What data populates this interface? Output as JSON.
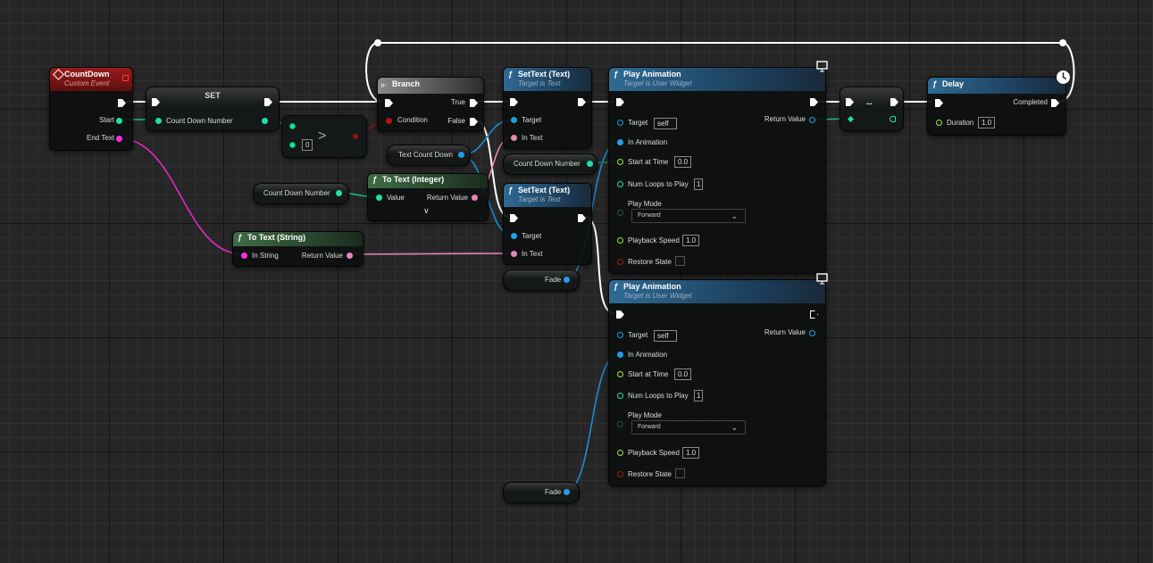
{
  "countdown_event": {
    "title": "CountDown",
    "subtitle": "Custom Event",
    "pins": {
      "start": "Start",
      "end_text": "End Text"
    }
  },
  "set_node": {
    "title": "SET",
    "pin": "Count Down Number"
  },
  "compare_node": {
    "operator": ">",
    "value": "0"
  },
  "branch": {
    "title": "Branch",
    "condition": "Condition",
    "true_label": "True",
    "false_label": "False"
  },
  "settext_1": {
    "title": "SetText (Text)",
    "subtitle": "Target is Text",
    "target": "Target",
    "in_text": "In Text"
  },
  "settext_2": {
    "title": "SetText (Text)",
    "subtitle": "Target is Text",
    "target": "Target",
    "in_text": "In Text"
  },
  "text_count_down": "Text Count Down",
  "count_down_number_get_1": "Count Down Number",
  "count_down_number_get_2": "Count Down Number",
  "to_text_integer": {
    "title": "To Text (Integer)",
    "value": "Value",
    "return_value": "Return Value"
  },
  "to_text_string": {
    "title": "To Text (String)",
    "in_string": "In String",
    "return_value": "Return Value"
  },
  "fade_1": "Fade",
  "fade_2": "Fade",
  "play_anim_1": {
    "title": "Play Animation",
    "subtitle": "Target is User Widget",
    "target": "Target",
    "target_value": "self",
    "return_value": "Return Value",
    "in_animation": "In Animation",
    "start_at_time": "Start at Time",
    "start_at_time_value": "0.0",
    "num_loops": "Num Loops to Play",
    "num_loops_value": "1",
    "play_mode": "Play Mode",
    "play_mode_value": "Forward",
    "playback_speed": "Playback Speed",
    "playback_speed_value": "1.0",
    "restore_state": "Restore State"
  },
  "play_anim_2": {
    "title": "Play Animation",
    "subtitle": "Target is User Widget",
    "target": "Target",
    "target_value": "self",
    "return_value": "Return Value",
    "in_animation": "In Animation",
    "start_at_time": "Start at Time",
    "start_at_time_value": "0.0",
    "num_loops": "Num Loops to Play",
    "num_loops_value": "1",
    "play_mode": "Play Mode",
    "play_mode_value": "Forward",
    "playback_speed": "Playback Speed",
    "playback_speed_value": "1.0",
    "restore_state": "Restore State"
  },
  "bind_node": {
    "label": "--"
  },
  "delay": {
    "title": "Delay",
    "completed": "Completed",
    "duration": "Duration",
    "duration_value": "1.0"
  },
  "colors": {
    "exec": "#ffffff",
    "integer": "#1fe0a8",
    "text": "#e487b8",
    "string": "#ff2ddf",
    "object": "#1e9fe6",
    "boolean": "#b01515",
    "float": "#9ce63c",
    "delegate": "#ff3838"
  }
}
